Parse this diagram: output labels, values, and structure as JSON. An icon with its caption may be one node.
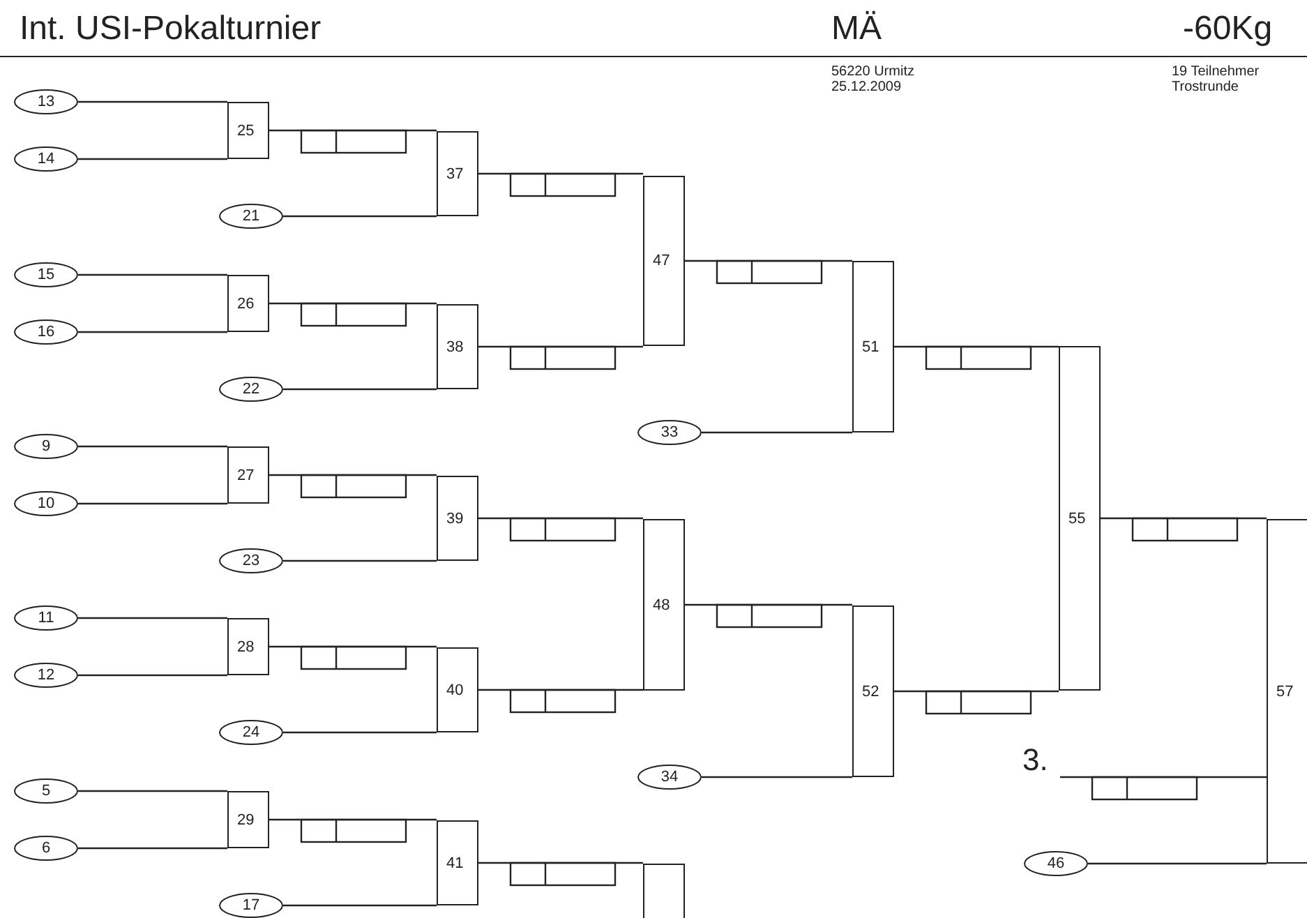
{
  "diagram": {
    "title": "Int. USI-Pokalturnier",
    "nodes": [
      {
        "text": [
          "13"
        ]
      },
      {
        "text": [
          "14"
        ]
      },
      {
        "text": [
          "25"
        ]
      },
      {
        "text": [
          "37"
        ]
      },
      {
        "text": [
          "21"
        ]
      },
      {
        "text": [
          "47"
        ]
      },
      {
        "text": [
          "15"
        ]
      },
      {
        "text": [
          "16"
        ]
      },
      {
        "text": [
          "26"
        ]
      },
      {
        "text": [
          "38"
        ]
      },
      {
        "text": [
          "22"
        ]
      },
      {
        "text": [
          "51"
        ]
      },
      {
        "text": [
          "33"
        ]
      },
      {
        "text": [
          "55"
        ]
      },
      {
        "text": [
          "9"
        ]
      },
      {
        "text": [
          "10"
        ]
      },
      {
        "text": [
          "27"
        ]
      },
      {
        "text": [
          "39"
        ]
      },
      {
        "text": [
          "23"
        ]
      },
      {
        "text": [
          "48"
        ]
      },
      {
        "text": [
          "11"
        ]
      },
      {
        "text": [
          "12"
        ]
      },
      {
        "text": [
          "28"
        ]
      },
      {
        "text": [
          "40"
        ]
      },
      {
        "text": [
          "24"
        ]
      },
      {
        "text": [
          "52"
        ]
      },
      {
        "text": [
          "57"
        ]
      },
      {
        "text": [
          "3."
        ]
      },
      {
        "text": [
          "34"
        ]
      },
      {
        "text": [
          "5"
        ]
      },
      {
        "text": [
          "6"
        ]
      },
      {
        "text": [
          "29"
        ]
      },
      {
        "text": [
          "41"
        ]
      },
      {
        "text": [
          "17"
        ]
      },
      {
        "text": [],
        "shape": "box"
      },
      {
        "text": [
          "46"
        ]
      }
    ],
    "edges": [
      {
        "from": 0,
        "to": 2,
        "arrow": "none"
      },
      {
        "from": 1,
        "to": 2,
        "arrow": "none"
      },
      {
        "from": 2,
        "to": 3,
        "arrow": "none"
      },
      {
        "from": 4,
        "to": 3,
        "arrow": "none"
      },
      {
        "from": 3,
        "to": 5,
        "arrow": "none"
      },
      {
        "from": 6,
        "to": 8,
        "arrow": "none"
      },
      {
        "from": 7,
        "to": 8,
        "arrow": "none"
      },
      {
        "from": 8,
        "to": 9,
        "arrow": "none"
      },
      {
        "from": 10,
        "to": 9,
        "arrow": "none"
      },
      {
        "from": 9,
        "to": 5,
        "arrow": "none"
      },
      {
        "from": 5,
        "to": 11,
        "arrow": "none"
      },
      {
        "from": 12,
        "to": 11,
        "arrow": "none"
      },
      {
        "from": 11,
        "to": 13,
        "arrow": "none"
      },
      {
        "from": 14,
        "to": 16,
        "arrow": "none"
      },
      {
        "from": 15,
        "to": 16,
        "arrow": "none"
      },
      {
        "from": 16,
        "to": 17,
        "arrow": "none"
      },
      {
        "from": 18,
        "to": 17,
        "arrow": "none"
      },
      {
        "from": 17,
        "to": 19,
        "arrow": "none"
      },
      {
        "from": 20,
        "to": 22,
        "arrow": "none"
      },
      {
        "from": 21,
        "to": 22,
        "arrow": "none"
      },
      {
        "from": 22,
        "to": 23,
        "arrow": "none"
      },
      {
        "from": 24,
        "to": 23,
        "arrow": "none"
      },
      {
        "from": 23,
        "to": 19,
        "arrow": "none"
      },
      {
        "from": 19,
        "to": 25,
        "arrow": "none"
      },
      {
        "from": 28,
        "to": 25,
        "arrow": "none"
      },
      {
        "from": 25,
        "to": 13,
        "arrow": "none"
      },
      {
        "from": 13,
        "to": 26,
        "arrow": "none"
      },
      {
        "from": 27,
        "to": 26,
        "arrow": "none"
      },
      {
        "from": 35,
        "to": 26,
        "arrow": "none"
      },
      {
        "from": 29,
        "to": 31,
        "arrow": "none"
      },
      {
        "from": 30,
        "to": 31,
        "arrow": "none"
      },
      {
        "from": 31,
        "to": 32,
        "arrow": "none"
      },
      {
        "from": 33,
        "to": 32,
        "arrow": "none"
      },
      {
        "from": 32,
        "to": 34,
        "arrow": "none"
      }
    ],
    "labels": [
      "MÄ",
      "-60Kg",
      "56220 Urmitz",
      "25.12.2009",
      "19 Teilnehmer",
      "Trostrunde"
    ]
  }
}
